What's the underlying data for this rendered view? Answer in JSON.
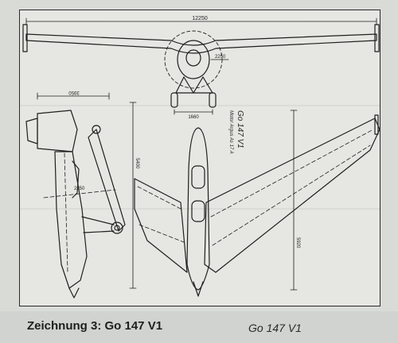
{
  "drawing": {
    "dimensions": {
      "span": "12250",
      "fin_height": "2250",
      "track": "1660",
      "side_width": "3950",
      "side_height": "5400",
      "prop_diameter": "2250",
      "plan_length": "5920"
    },
    "type_label": "Go 147 V1",
    "engine_label": "Motor Argus As 17 A"
  },
  "caption": {
    "main": "Zeichnung 3: Go 147 V1",
    "sub": "Go 147 V1"
  }
}
